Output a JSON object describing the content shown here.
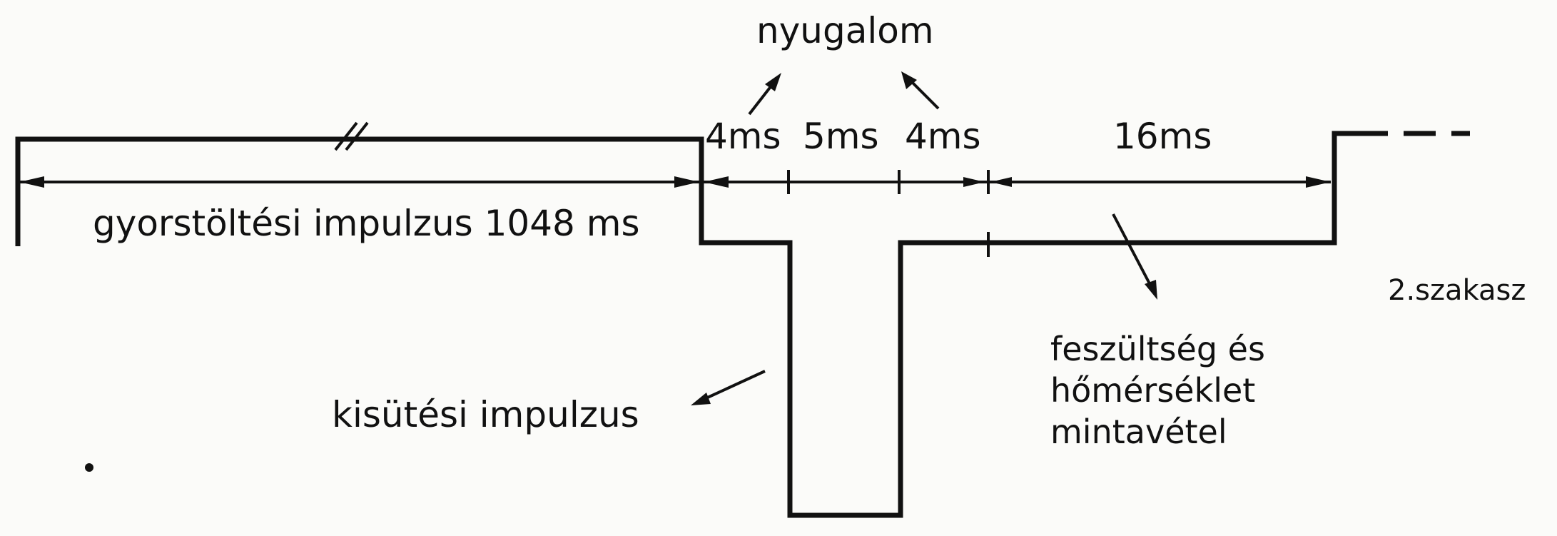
{
  "labels": {
    "nyugalom": "nyugalom",
    "t1": "4ms",
    "t2": "5ms",
    "t3": "4ms",
    "t4": "16ms",
    "charge_pulse": "gyorstöltési impulzus 1048 ms",
    "discharge_pulse": "kisütési impulzus",
    "sampling_line1": "feszültség és",
    "sampling_line2": "hőmérséklet",
    "sampling_line3": "mintavétel",
    "section": "2.szakasz"
  },
  "colors": {
    "ink": "#111111",
    "paper": "#fbfbf9"
  }
}
